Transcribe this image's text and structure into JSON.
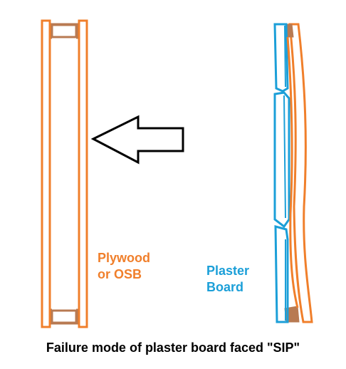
{
  "colors": {
    "facing": "#f07f2b",
    "plaster": "#1b9fd8",
    "stud": "#b87a52",
    "arrow": "#000000"
  },
  "labels": {
    "plywood_line1": "Plywood",
    "plywood_line2": "or OSB",
    "plaster_line1": "Plaster",
    "plaster_line2": "Board"
  },
  "caption": "Failure mode of plaster board faced \"SIP\"",
  "icons": {
    "load_arrow": "left-arrow-icon"
  }
}
